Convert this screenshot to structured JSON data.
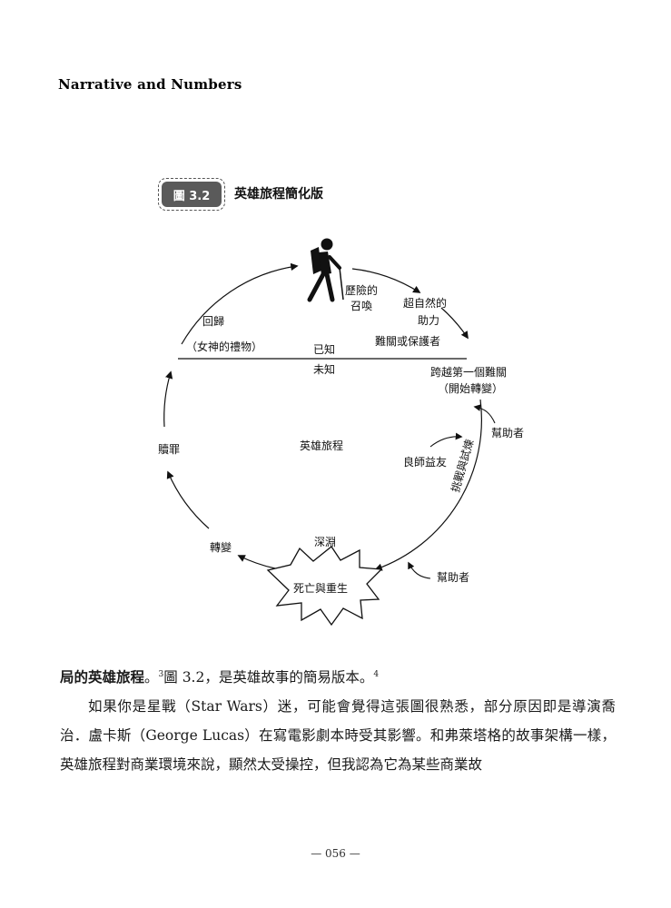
{
  "running_head": "Narrative and Numbers",
  "figure": {
    "label": "圖 3.2",
    "title": "英雄旅程簡化版",
    "labels": {
      "call": [
        "歷險的",
        "召喚"
      ],
      "supernatural": [
        "超自然的",
        "助力"
      ],
      "guardians": "難關或保護者",
      "threshold": [
        "跨越第一個難關",
        "（開始轉變）"
      ],
      "helper_1": "幫助者",
      "trials": "挑戰與試煉",
      "mentor": "良師益友",
      "helper_2": "幫助者",
      "abyss": "深淵",
      "death_rebirth": "死亡與重生",
      "transformation": "轉變",
      "atonement": "贖罪",
      "return": "回歸",
      "gift": "（女神的禮物）",
      "known": "已知",
      "unknown": "未知",
      "center": "英雄旅程"
    },
    "icons": [
      "hiker-icon"
    ]
  },
  "body": {
    "lead_bold": "局的英雄旅程",
    "lead_p1": "。",
    "lead_sup1": "3",
    "lead_p2": "圖 3.2，是英雄故事的簡易版本。",
    "lead_sup2": "4",
    "paragraph": "如果你是星戰（Star Wars）迷，可能會覺得這張圖很熟悉，部分原因即是導演喬治．盧卡斯（George Lucas）在寫電影劇本時受其影響。和弗萊塔格的故事架構一樣，英雄旅程對商業環境來說，顯然太受操控，但我認為它為某些商業故"
  },
  "page_number": "— 056 —"
}
